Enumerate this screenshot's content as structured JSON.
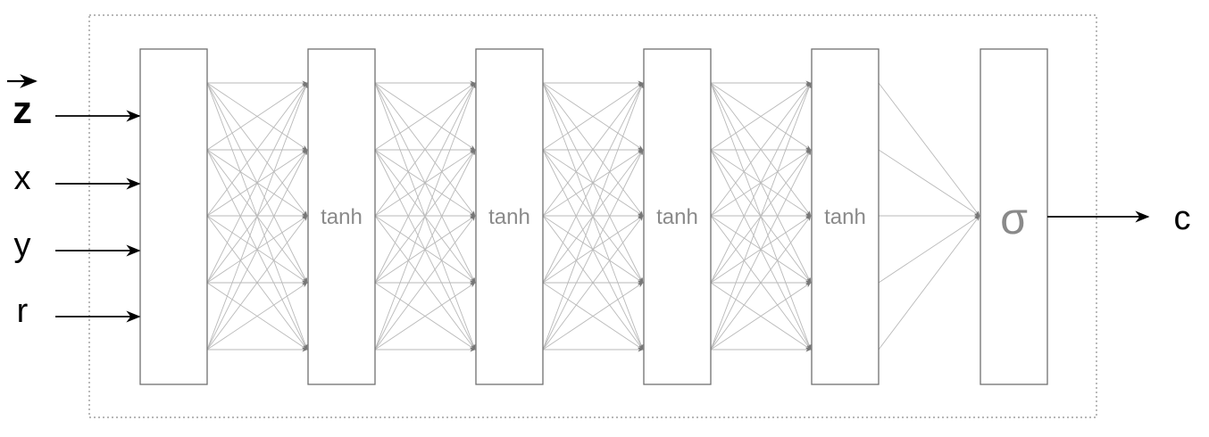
{
  "inputs": [
    {
      "label": "z",
      "has_vector_arrow": true
    },
    {
      "label": "x",
      "has_vector_arrow": false
    },
    {
      "label": "y",
      "has_vector_arrow": false
    },
    {
      "label": "r",
      "has_vector_arrow": false
    }
  ],
  "layers": [
    {
      "activation": ""
    },
    {
      "activation": "tanh"
    },
    {
      "activation": "tanh"
    },
    {
      "activation": "tanh"
    },
    {
      "activation": "tanh"
    },
    {
      "activation": "σ"
    }
  ],
  "output": {
    "label": "c"
  },
  "colors": {
    "box_border": "#6f6f6f",
    "connection": "#b9b9b9",
    "arrowhead": "#777777",
    "activation_text": "#8a8a8a",
    "frame_dash": "#8c8c8c"
  }
}
